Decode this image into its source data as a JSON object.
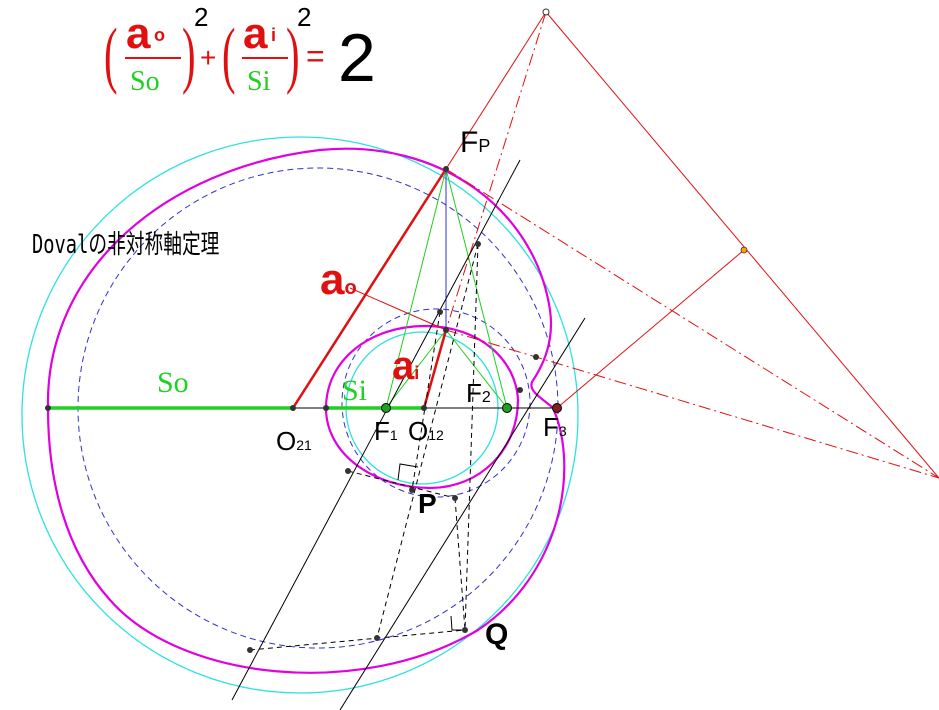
{
  "formula": {
    "a_main": "a",
    "o_sub": "o",
    "i_sub": "i",
    "so": "So",
    "si": "Si",
    "exp1": "2",
    "exp2": "2",
    "plus": "+",
    "equals": "=",
    "rhs": "2"
  },
  "title": "Dovalの非対称軸定理",
  "labels": {
    "fp_main": "F",
    "fp_sub": "P",
    "ao_main": "a",
    "ao_sub": "o",
    "ai_main": "a",
    "ai_sub": "i",
    "so": "So",
    "si": "Si",
    "f2_main": "F",
    "f2_sub": "2",
    "f1_main": "F",
    "f1_sub": "1",
    "o12_main": "O",
    "o12_sub": "12",
    "o21_main": "O",
    "o21_sub": "21",
    "f3_main": "F",
    "f3_sub": "3",
    "p": "P",
    "q": "Q"
  },
  "colors": {
    "oval": "#e000e0",
    "cyan_circle": "#30e0e0",
    "dashed_circle": "#3030d0",
    "red": "#e01010",
    "green": "#20d020",
    "black": "#000000",
    "orange_point": "#ffa000"
  }
}
